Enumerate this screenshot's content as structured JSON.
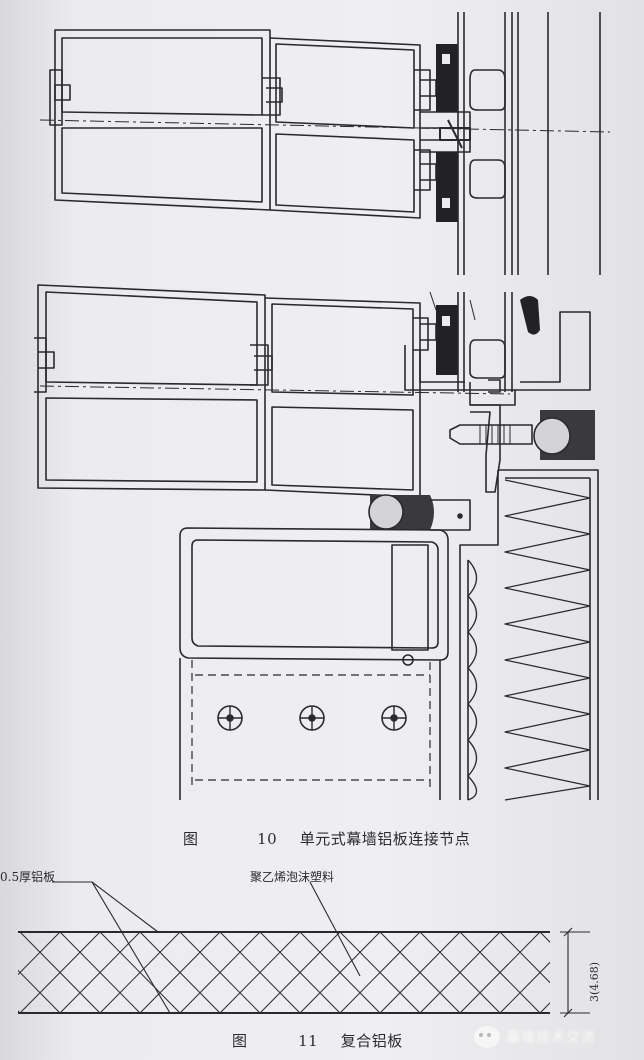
{
  "figure10": {
    "caption_prefix": "图",
    "caption_number": "10",
    "caption_title": "单元式幕墙铝板连接节点"
  },
  "figure11": {
    "caption_prefix": "图",
    "caption_number": "11",
    "caption_title": "复合铝板",
    "label_left": "0.5厚铝板",
    "label_right": "聚乙烯泡沫塑料",
    "dimension": "3(4.68)"
  },
  "watermark": {
    "text": "幕墙技术交流"
  },
  "colors": {
    "ink": "#2a2a2e",
    "paper": "#ececee",
    "gasket": "#222226"
  }
}
